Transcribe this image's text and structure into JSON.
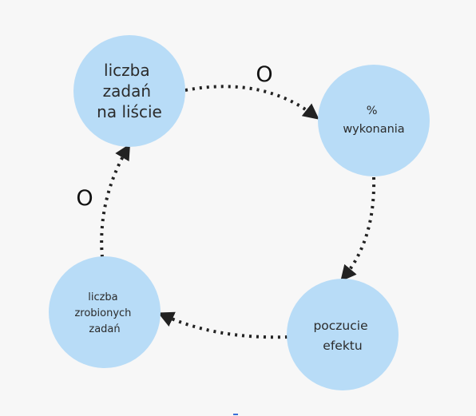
{
  "nodes": {
    "tasks_on_list": {
      "lines": [
        "liczba",
        "zadań",
        "na liście"
      ]
    },
    "completion_percent": {
      "lines": [
        "%",
        "wykonania"
      ]
    },
    "sense_of_effect": {
      "lines": [
        "poczucie",
        "efektu"
      ]
    },
    "tasks_done": {
      "lines": [
        "liczba",
        "zrobionych",
        "zadań"
      ]
    }
  },
  "edge_labels": {
    "top": "O",
    "left": "O"
  },
  "colors": {
    "node_fill": "#b8dcf7",
    "edge": "#222222",
    "background": "#f7f7f7"
  }
}
